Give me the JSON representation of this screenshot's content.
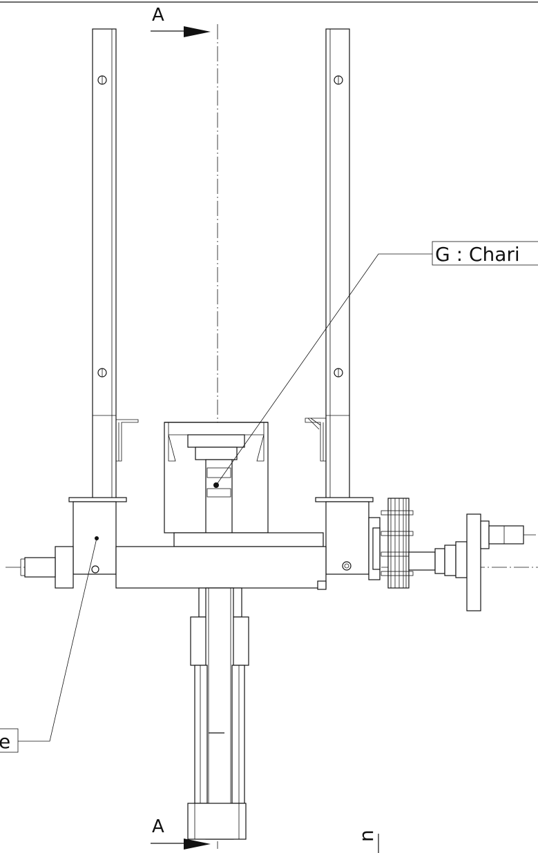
{
  "section_marks": {
    "top": "A",
    "bottom": "A"
  },
  "callouts": {
    "carriage_label": "G : Chari",
    "frame_label": "e"
  },
  "edge_fragment": "n",
  "colors": {
    "ink": "#111111",
    "paper": "#ffffff"
  }
}
